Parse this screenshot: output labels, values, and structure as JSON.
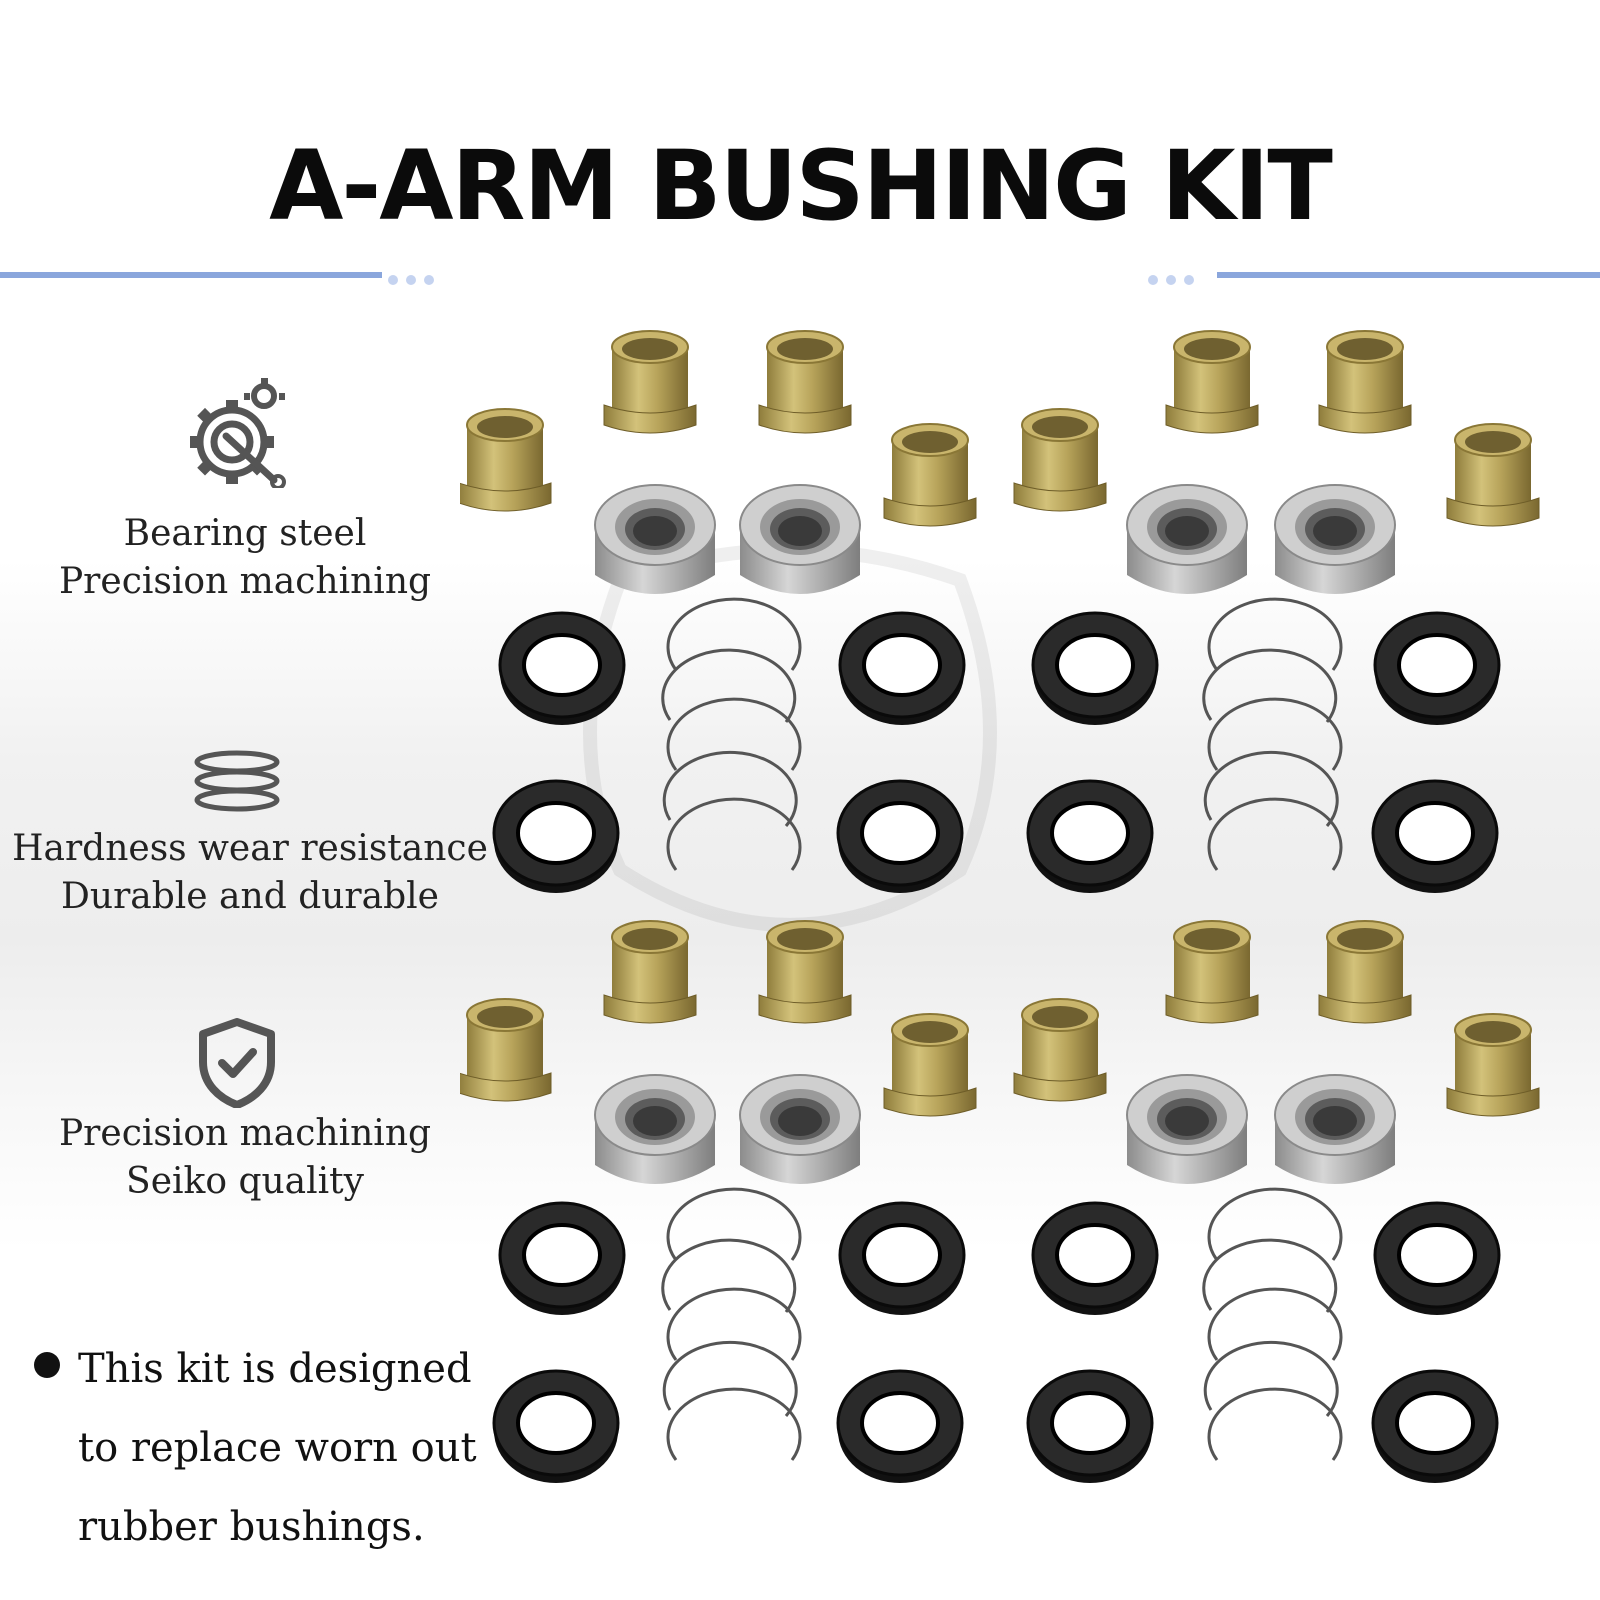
{
  "header": {
    "title": "A-ARM BUSHING KIT"
  },
  "features": [
    {
      "icon": "gear-wrench-icon",
      "lines": [
        "Bearing steel",
        "Precision machining"
      ]
    },
    {
      "icon": "rings-icon",
      "lines": [
        "Hardness wear resistance",
        "Durable and durable"
      ]
    },
    {
      "icon": "shield-check-icon",
      "lines": [
        "Precision machining",
        "Seiko quality"
      ]
    }
  ],
  "note": {
    "lines": [
      "This kit is designed",
      "to replace worn out",
      "rubber bushings."
    ]
  },
  "colors": {
    "accent": "#8aa6dc",
    "accent_light": "#c5d3f0",
    "sleeve": "#b9a55a",
    "bearing": "#a9a9a9",
    "seal": "#1a1a1a",
    "spring": "#555555"
  }
}
